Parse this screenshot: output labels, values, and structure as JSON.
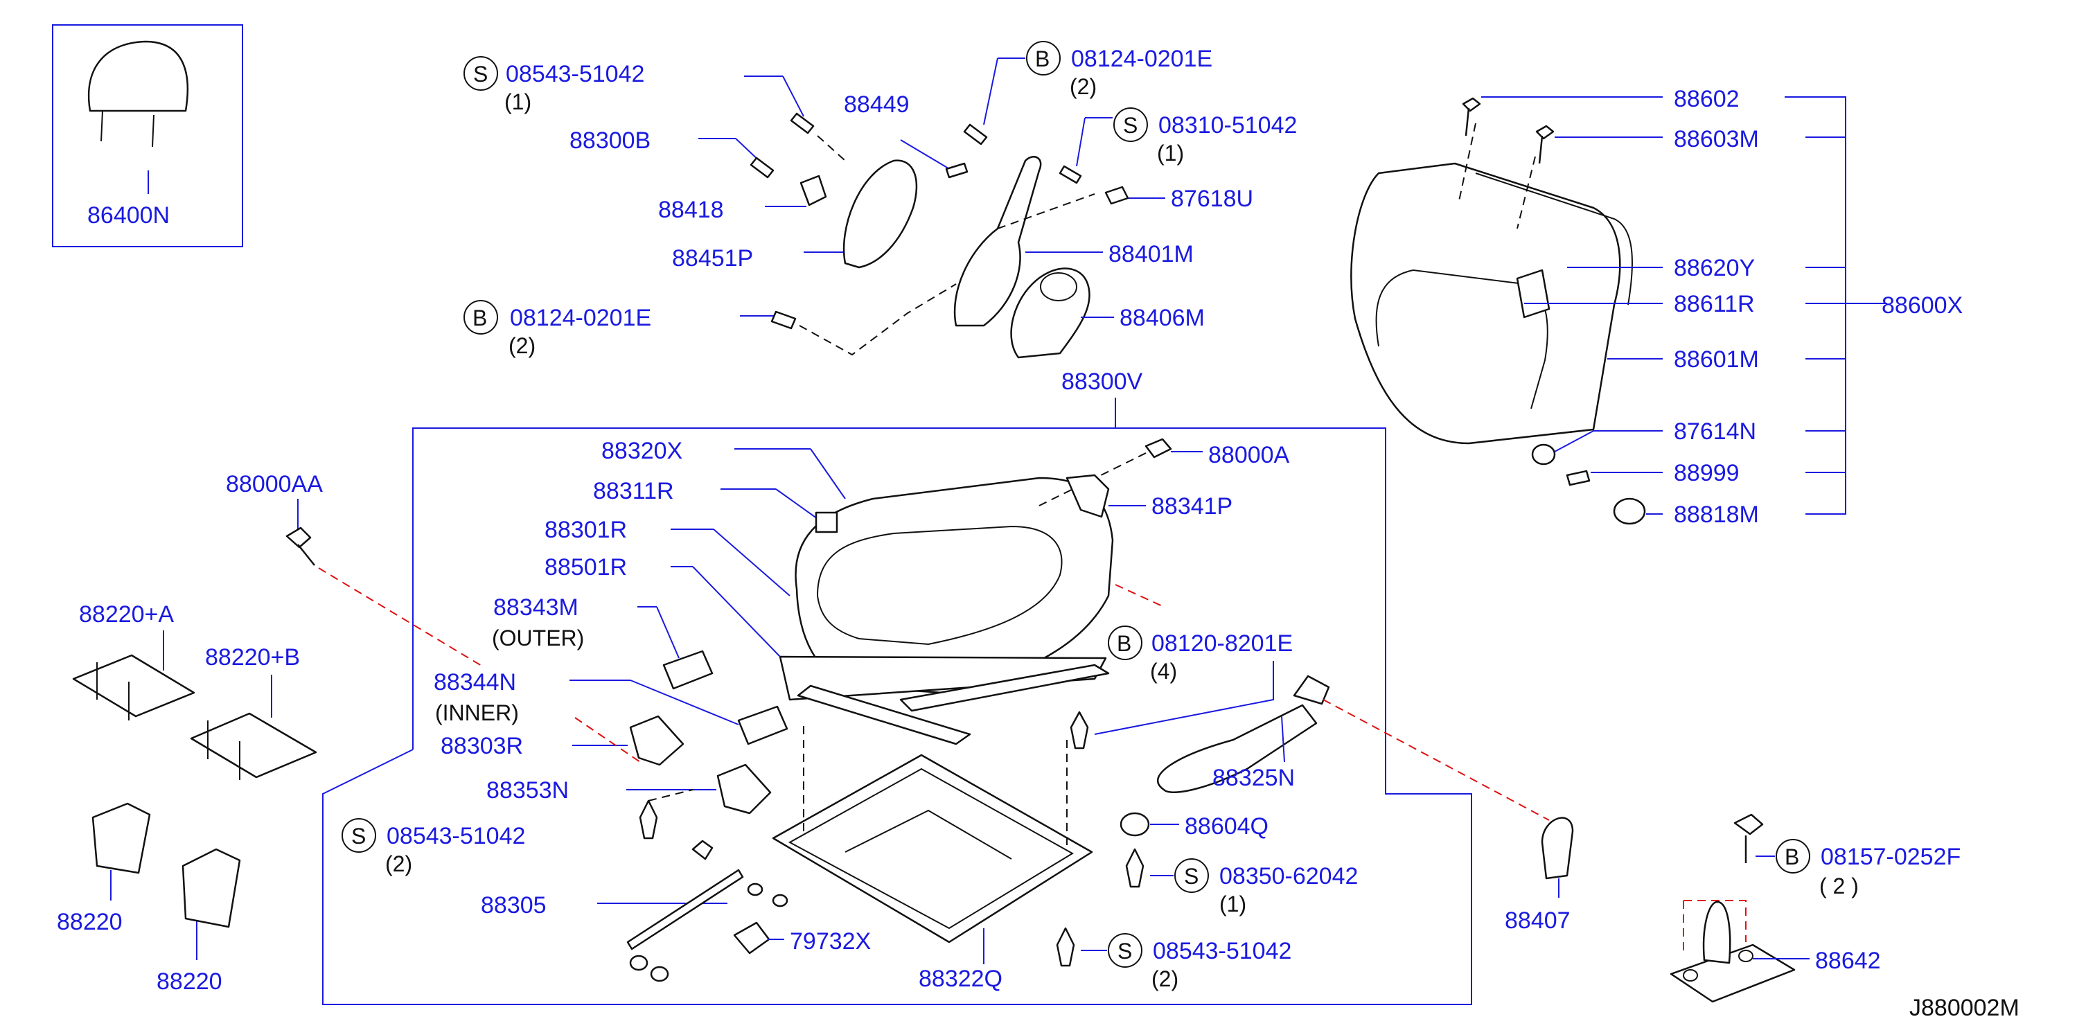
{
  "diagram_id": "J880002M",
  "parts": {
    "p86400N": "86400N",
    "p08543_top": "08543-51042",
    "q08543_top": "(1)",
    "p88300B": "88300B",
    "p88449": "88449",
    "p88418": "88418",
    "p88451P": "88451P",
    "p08124_top": "08124-0201E",
    "q08124_top": "(2)",
    "p08124_mid": "08124-0201E",
    "q08124_mid": "(2)",
    "p08310": "08310-51042",
    "q08310": "(1)",
    "p87618U": "87618U",
    "p88401M": "88401M",
    "p88406M": "88406M",
    "p88602": "88602",
    "p88603M": "88603M",
    "p88620Y": "88620Y",
    "p88611R": "88611R",
    "p88600X": "88600X",
    "p88601M": "88601M",
    "p87614N": "87614N",
    "p88999": "88999",
    "p88818M": "88818M",
    "p88300V": "88300V",
    "p88320X": "88320X",
    "p88000A": "88000A",
    "p88311R": "88311R",
    "p88341P": "88341P",
    "p88301R": "88301R",
    "p88501R": "88501R",
    "p88000AA": "88000AA",
    "p88343M": "88343M",
    "t_outer": "(OUTER)",
    "p08120": "08120-8201E",
    "q08120": "(4)",
    "p88344N": "88344N",
    "t_inner": "(INNER)",
    "p88220A": "88220+A",
    "p88220B": "88220+B",
    "p88303R": "88303R",
    "p88325N": "88325N",
    "p88353N": "88353N",
    "p88604Q": "88604Q",
    "p08543_mid": "08543-51042",
    "q08543_mid": "(2)",
    "p08350": "08350-62042",
    "q08350": "(1)",
    "p88407": "88407",
    "p08157": "08157-0252F",
    "q08157": "( 2 )",
    "p88305": "88305",
    "p79732X": "79732X",
    "p08543_bot": "08543-51042",
    "q08543_bot": "(2)",
    "p88322Q": "88322Q",
    "p88642": "88642",
    "p88220_1": "88220",
    "p88220_2": "88220"
  },
  "callouts": {
    "s": "S",
    "b": "B"
  },
  "colors": {
    "label_blue": "#1a1ae0",
    "line_black": "#111111",
    "callout_red": "#e01010"
  }
}
